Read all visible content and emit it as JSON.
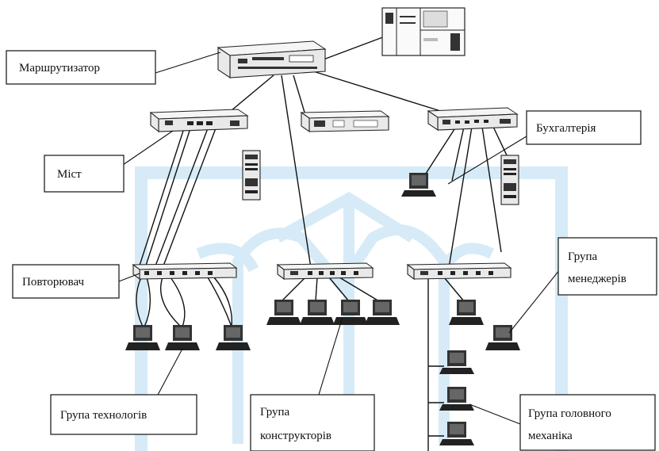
{
  "labels": {
    "router": "Маршрутизатор",
    "bridge": "Міст",
    "accounting": "Бухгалтерія",
    "repeater": "Повторювач",
    "managers_line1": "Група",
    "managers_line2": "менеджерів",
    "technologists": "Група технологів",
    "designers_line1": "Група",
    "designers_line2": "конструкторів",
    "chief_line1": "Група головного",
    "chief_line2": "механіка"
  },
  "colors": {
    "watermark": "#d6ebf7",
    "line": "#111111",
    "device": "#e9e9e9"
  },
  "icons": [
    "router-icon",
    "server-rack-icon",
    "bridge-icon",
    "hub-icon",
    "switch-icon",
    "tower-server-icon",
    "workstation-icon",
    "repeater-icon"
  ]
}
